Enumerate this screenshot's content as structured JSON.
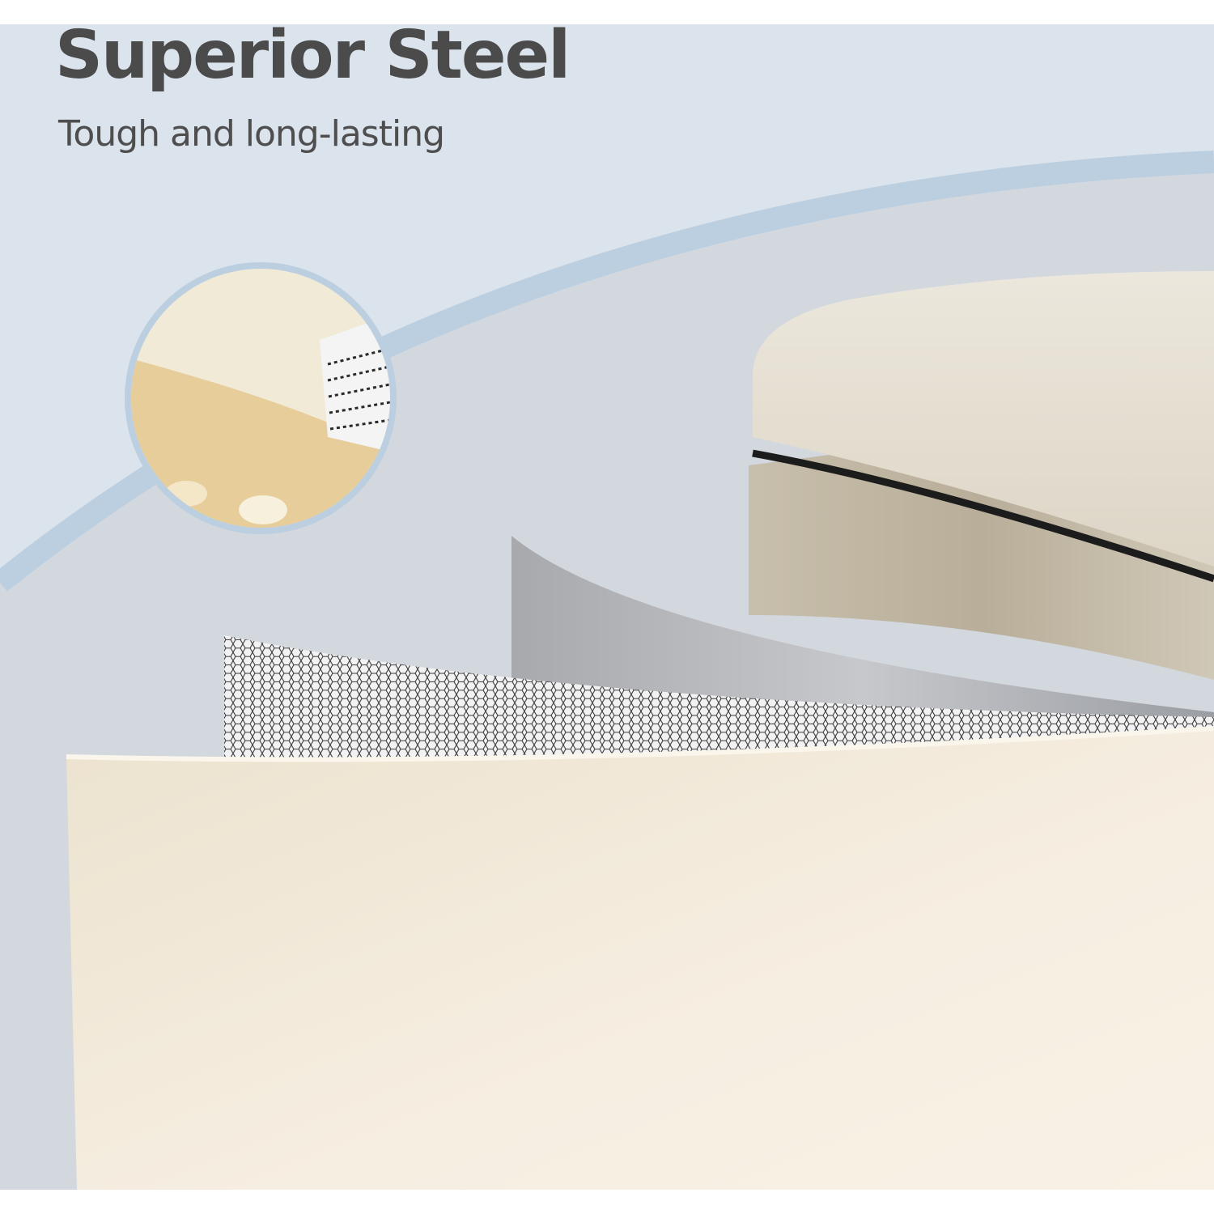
{
  "heading": {
    "title": "Superior Steel",
    "subtitle": "Tough and long-lasting"
  },
  "colors": {
    "background_top": "#dbe3ec",
    "background_lower": "#d4d9e0",
    "arc_band": "#bccfe1",
    "text": "#4b4b4b",
    "panel_cream": "#f3ecdf",
    "steel_grey": "#b0b2b6",
    "lid_beige": "#d8d2c3"
  },
  "visuals": {
    "detail_magnifier": "coating-closeup",
    "layers": [
      "cream-coating",
      "hex-mesh-core",
      "steel-plate"
    ]
  }
}
